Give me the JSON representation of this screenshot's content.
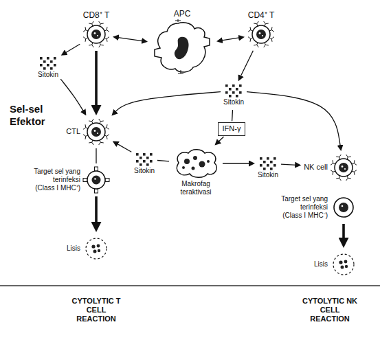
{
  "diagram": {
    "nodes": [
      {
        "text": [
          "CD8⁺ T"
        ]
      },
      {
        "text": [
          "APC"
        ]
      },
      {
        "text": [
          "CD4⁺ T"
        ]
      },
      {
        "text": [
          "Sitokin"
        ]
      },
      {
        "text": [
          "Sitokin"
        ]
      },
      {
        "text": [
          "IFN-γ"
        ]
      },
      {
        "text": [
          "Makrofag teraktivasi"
        ]
      },
      {
        "text": [
          "Sitokin"
        ]
      },
      {
        "text": [
          "Sitokin"
        ]
      },
      {
        "text": [
          "CTL"
        ]
      },
      {
        "text": [
          "Target sel yang terinfeksi (Class I MHC⁺)"
        ]
      },
      {
        "text": [
          "Lisis"
        ]
      },
      {
        "text": [
          "NK cell"
        ]
      },
      {
        "text": [
          "Target sel yang terinfeksi (Class I MHC⁻)"
        ]
      },
      {
        "text": [
          "Lisis"
        ]
      }
    ],
    "edges": [
      {
        "from": 0,
        "to": 1,
        "arrow": "both"
      },
      {
        "from": 1,
        "to": 2,
        "arrow": "both"
      },
      {
        "from": 0,
        "to": 3,
        "arrow": "to"
      },
      {
        "from": 0,
        "to": 9,
        "arrow": "to"
      },
      {
        "from": 3,
        "to": 9,
        "arrow": "to"
      },
      {
        "from": 2,
        "to": 4,
        "arrow": "to"
      },
      {
        "from": 4,
        "to": 9,
        "arrow": "to"
      },
      {
        "from": 4,
        "to": 5,
        "arrow": "none"
      },
      {
        "from": 5,
        "to": 6,
        "arrow": "to"
      },
      {
        "from": 6,
        "to": 7,
        "arrow": "none"
      },
      {
        "from": 7,
        "to": 9,
        "arrow": "to"
      },
      {
        "from": 6,
        "to": 8,
        "arrow": "to"
      },
      {
        "from": 8,
        "to": 12,
        "arrow": "to"
      },
      {
        "from": 4,
        "to": 12,
        "arrow": "to"
      },
      {
        "from": 9,
        "to": 10,
        "arrow": "none"
      },
      {
        "from": 10,
        "to": 11,
        "arrow": "to"
      },
      {
        "from": 13,
        "to": 14,
        "arrow": "to"
      }
    ],
    "labels": [
      "Sel-sel Efektor",
      "CYTOLYTIC T CELL REACTION",
      "CYTOLYTIC NK CELL REACTION"
    ]
  }
}
